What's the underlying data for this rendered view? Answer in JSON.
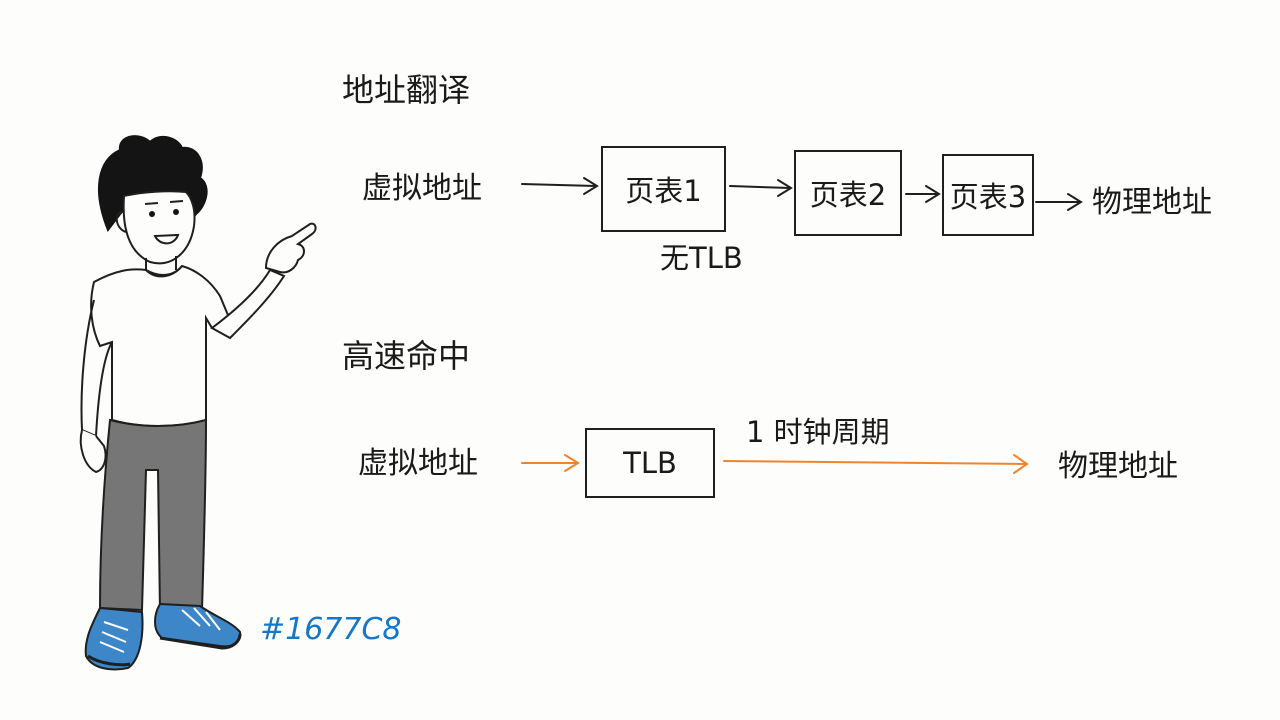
{
  "colors": {
    "ink": "#1f1f1f",
    "accent": "#f0842c",
    "shoe": "#3d87c9",
    "pants": "#767676",
    "hex_text": "#1677c8"
  },
  "section1": {
    "title": "地址翻译",
    "source": "虚拟地址",
    "boxes": [
      "页表1",
      "页表2",
      "页表3"
    ],
    "target": "物理地址",
    "note": "无TLB"
  },
  "section2": {
    "title": "高速命中",
    "source": "虚拟地址",
    "box": "TLB",
    "note": "1 时钟周期",
    "target": "物理地址"
  },
  "hex_label": "#1677C8",
  "icons": {
    "figure": "pointing-person-icon"
  }
}
